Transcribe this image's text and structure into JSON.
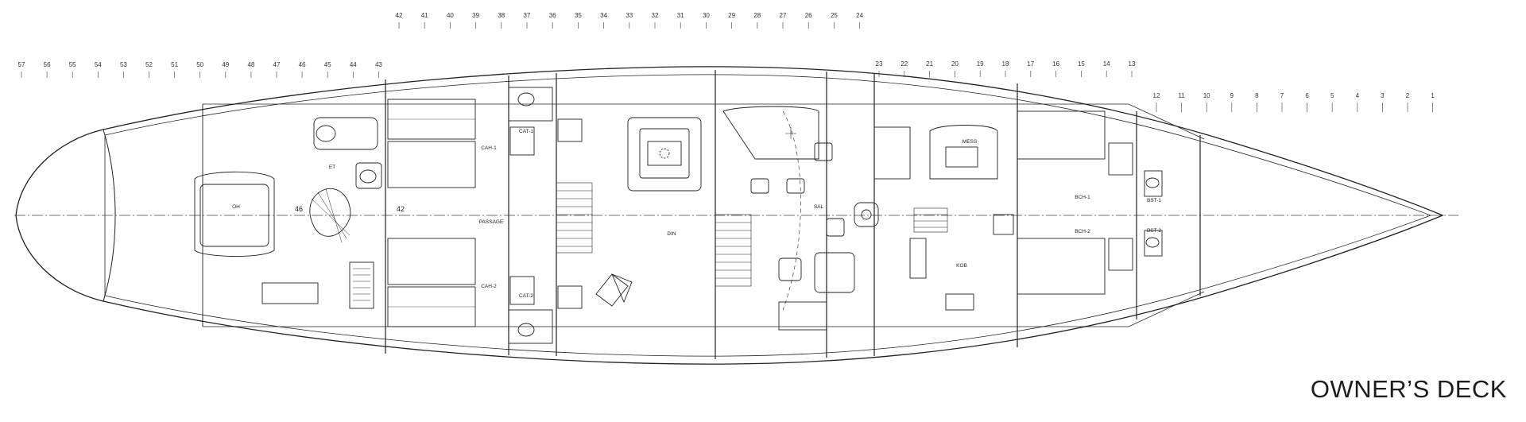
{
  "title": "OWNER’S DECK",
  "frame_rows": {
    "top": [
      "42",
      "41",
      "40",
      "39",
      "38",
      "37",
      "36",
      "35",
      "34",
      "33",
      "32",
      "31",
      "30",
      "29",
      "28",
      "27",
      "26",
      "25",
      "24"
    ],
    "left": [
      "57",
      "56",
      "55",
      "54",
      "53",
      "52",
      "51",
      "50",
      "49",
      "48",
      "47",
      "46",
      "45",
      "44",
      "43"
    ],
    "mid": [
      "23",
      "22",
      "21",
      "20",
      "19",
      "18",
      "17",
      "16",
      "15",
      "14",
      "13"
    ],
    "right": [
      "12",
      "11",
      "10",
      "9",
      "8",
      "7",
      "6",
      "5",
      "4",
      "3",
      "2",
      "1"
    ]
  },
  "rooms": {
    "oh": "OH",
    "et": "ET",
    "cah1": "CAH-1",
    "cah2": "CAH-2",
    "passage": "PASSAGE",
    "cat1": "CAT-1",
    "cat2": "CAT-2",
    "din": "DIN",
    "sal": "SAL",
    "mess": "MESS",
    "kob": "KOB",
    "bch1": "BCH-1",
    "bch2": "BCH-2",
    "bst1": "BST-1",
    "bst2": "BST-2",
    "num46": "46",
    "num42": "42"
  }
}
